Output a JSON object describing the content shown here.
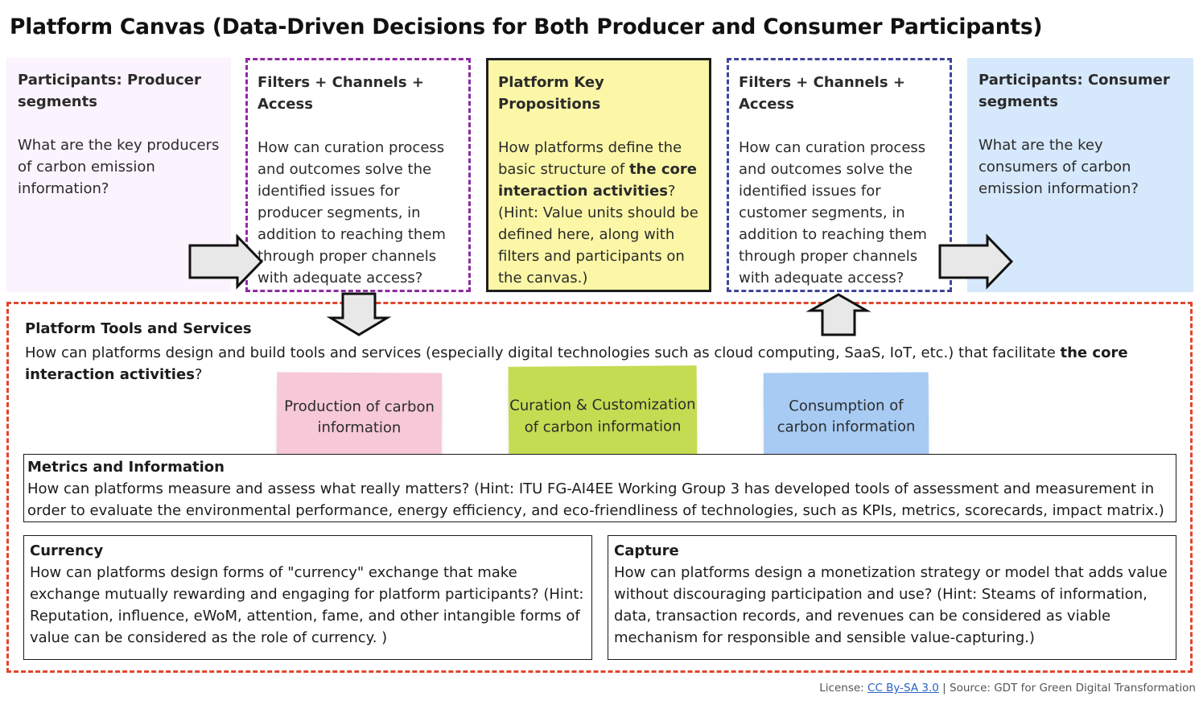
{
  "title": "Platform Canvas (Data-Driven Decisions for Both Producer and Consumer Participants)",
  "columns": {
    "producer": {
      "heading": "Participants: Producer segments",
      "body": "What are the key producers of carbon emission information?"
    },
    "filter_left": {
      "heading": "Filters + Channels + Access",
      "body": "How can curation process and outcomes solve the identified issues for producer segments, in addition to reaching them through proper channels with adequate access?"
    },
    "props": {
      "heading": "Platform Key Propositions",
      "body_pre": "How platforms define the basic structure of ",
      "body_bold": "the core interaction activities",
      "body_post": "?",
      "hint": "(Hint: Value units should be defined here, along with filters and participants on the canvas.)"
    },
    "filter_right": {
      "heading": "Filters + Channels + Access",
      "body": "How can curation process and outcomes solve the identified issues for customer segments, in addition to reaching them through proper channels with adequate access?"
    },
    "consumer": {
      "heading": "Participants: Consumer segments",
      "body": "What are the key consumers of carbon emission information?"
    }
  },
  "tools": {
    "heading": "Platform Tools and Services",
    "body_pre": "How can platforms design and build tools and services (especially digital technologies such as cloud computing, SaaS, IoT, etc.) that facilitate ",
    "body_bold": "the core interaction activities",
    "body_post": "?"
  },
  "notes": {
    "production": "Production of carbon information",
    "curation": "Curation & Customization of carbon information",
    "consumption": "Consumption of carbon information"
  },
  "metrics": {
    "heading": "Metrics and Information",
    "body": "How can platforms measure and assess what really matters? (Hint: ITU FG-AI4EE Working Group 3 has developed tools of assessment and measurement in order to evaluate the environmental performance, energy efficiency, and eco-friendliness of technologies, such as KPIs, metrics, scorecards, impact matrix.)"
  },
  "currency": {
    "heading": "Currency",
    "body": "How can platforms design forms of \"currency\" exchange that make exchange mutually rewarding and engaging for platform participants? (Hint: Reputation, influence, eWoM, attention, fame, and other intangible forms of value can be considered as the role of currency. )"
  },
  "capture": {
    "heading": "Capture",
    "body": "How can platforms design a monetization strategy or model that adds value without discouraging participation and use?  (Hint: Steams of information, data, transaction records, and revenues can be considered as viable mechanism for responsible and sensible value-capturing.)"
  },
  "footer": {
    "prefix": "License: ",
    "link": "CC By-SA 3.0",
    "suffix": " | Source: GDT for Green Digital Transformation"
  }
}
